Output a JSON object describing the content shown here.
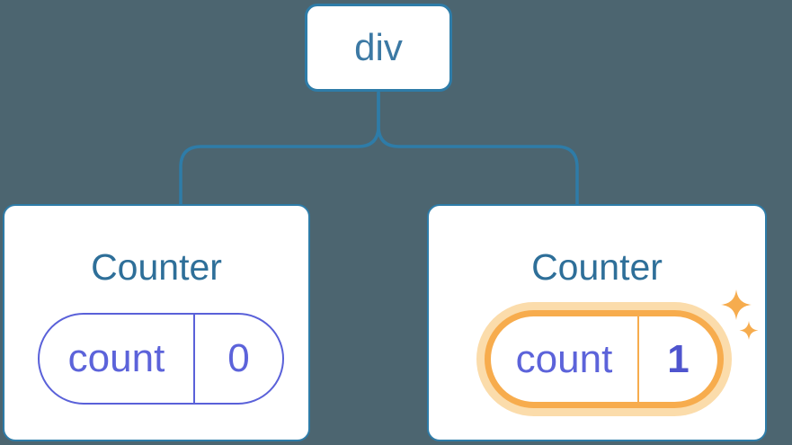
{
  "diagram": {
    "type": "component-tree",
    "root": {
      "label": "div"
    },
    "children": [
      {
        "title": "Counter",
        "state": {
          "key": "count",
          "value": "0",
          "highlighted": false
        }
      },
      {
        "title": "Counter",
        "state": {
          "key": "count",
          "value": "1",
          "highlighted": true
        }
      }
    ]
  },
  "icons": {
    "sparkles": "four-point-sparkle-stars"
  },
  "colors": {
    "background": "#4C6570",
    "connector_stroke": "#2E7CA8",
    "node_border": "#2E7CA8",
    "node_text": "#3C79A4",
    "card_bg": "#FFFFFF",
    "title_text": "#2E6F99",
    "state_border_purple": "#5A61D9",
    "state_text_purple": "#5C63DA",
    "state_value_bold_purple": "#4F55CE",
    "highlight_orange": "#F7AC4D",
    "highlight_halo": "#FBDCAB",
    "sparkle_orange": "#F6AC4E"
  }
}
